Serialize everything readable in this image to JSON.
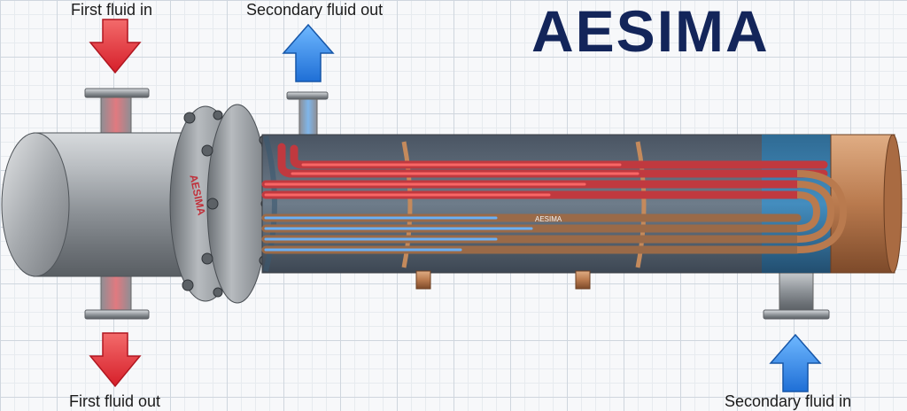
{
  "labels": {
    "first_in": "First fluid in",
    "first_out": "First fluid out",
    "secondary_out": "Secondary fluid out",
    "secondary_in": "Secondary fluid in"
  },
  "brand": {
    "logo_text": "AESIMA",
    "flange_mark": "AESIMA",
    "center_mark": "AESIMA"
  },
  "colors": {
    "brand": "#13255a",
    "hot": "#e8313a",
    "cold": "#2f8ee8",
    "copper": "#b97a4e",
    "steel": "#9aa0a6"
  },
  "icons": [
    "arrow-down-red-icon",
    "arrow-up-blue-icon"
  ]
}
